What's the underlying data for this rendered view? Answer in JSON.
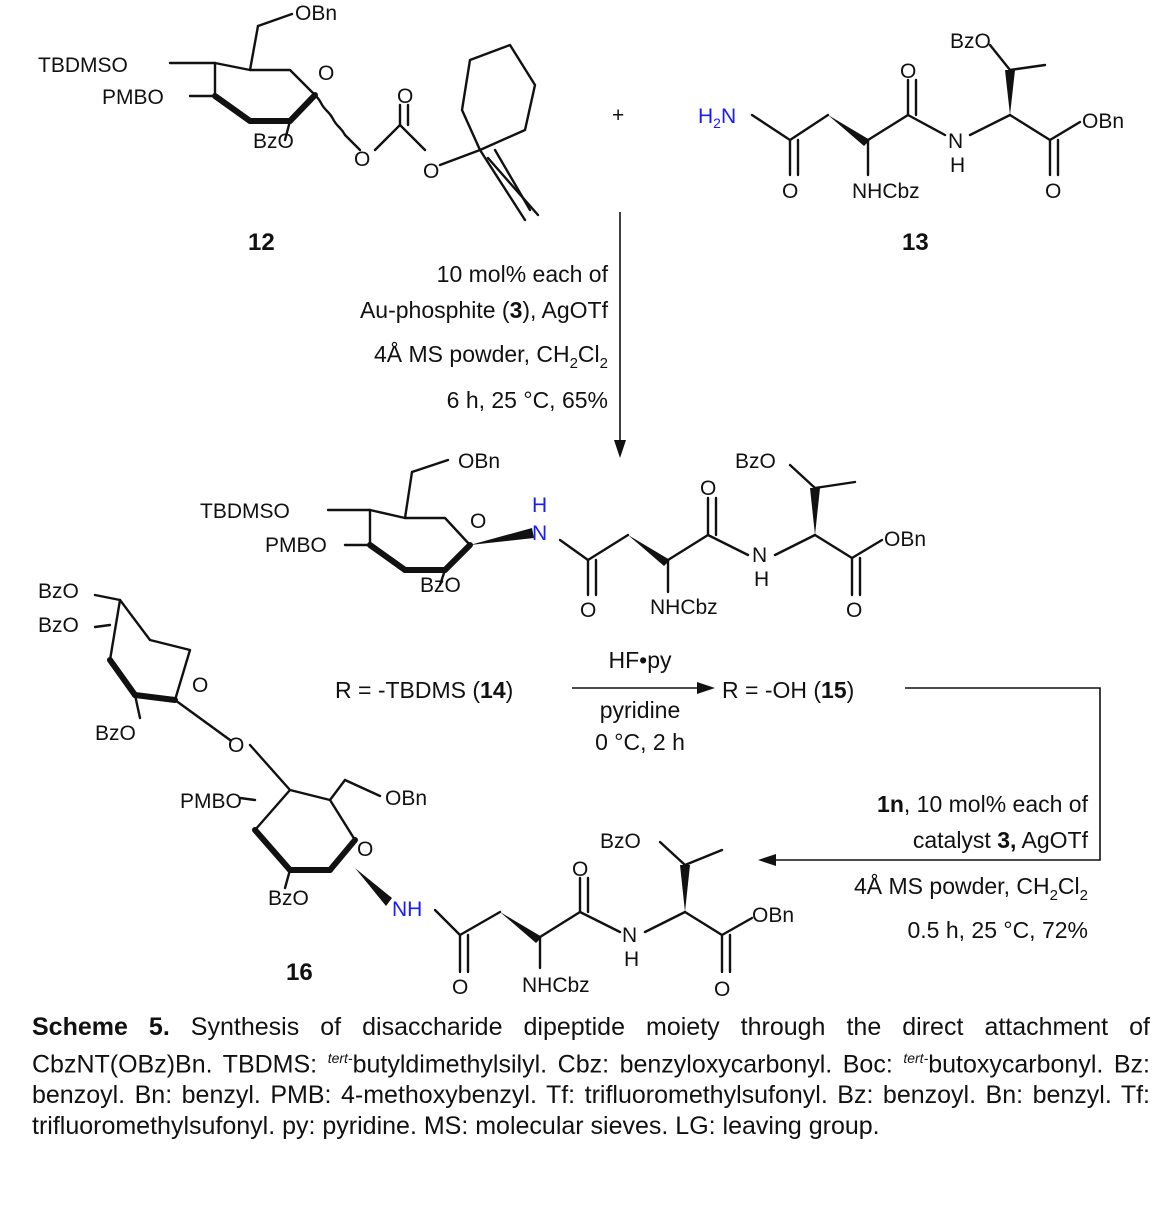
{
  "labels": {
    "obn": "OBn",
    "tbdmso": "TBDMSO",
    "pmbo": "PMBO",
    "bzo": "BzO",
    "o": "O",
    "h2n": "H2N",
    "n": "N",
    "h": "H",
    "nh": "NH",
    "nhcbz": "NHCbz",
    "plus": "+"
  },
  "compounds": {
    "c12": "12",
    "c13": "13",
    "c16": "16"
  },
  "step1": {
    "line1": "10 mol% each of",
    "line2_a": "Au-phosphite (",
    "line2_b": "3",
    "line2_c": "), AgOTf",
    "line3_a": "4Å MS powder, CH",
    "line3_b": "2",
    "line3_c": "Cl",
    "line3_d": "2",
    "line4": "6 h, 25 °C, 65%"
  },
  "step2": {
    "left_a": "R = -TBDMS (",
    "left_b": "14",
    "left_c": ")",
    "reagent_top": "HF•py",
    "reagent_bottom1": "pyridine",
    "reagent_bottom2": "0 °C, 2 h",
    "right_a": "R = -OH (",
    "right_b": "15",
    "right_c": ")"
  },
  "step3": {
    "line1_a": "1n",
    "line1_b": ", 10 mol% each of",
    "line2_a": "catalyst ",
    "line2_b": "3,",
    "line2_c": " AgOTf",
    "line3_a": "4Å MS powder, CH",
    "line3_b": "2",
    "line3_c": "Cl",
    "line3_d": "2",
    "line4": "0.5 h, 25 °C, 72%"
  },
  "caption": {
    "bold": "Scheme 5.",
    "t1": " Synthesis of disaccharide dipeptide moiety through the direct attachment of CbzNT(OBz)Bn. TBDMS: ",
    "sup1": "tert-",
    "t2": "butyldimethylsilyl. Cbz: benzyloxycarbonyl. Boc: ",
    "sup2": "tert-",
    "t3": "butoxycarbonyl. Bz: benzoyl. Bn: benzyl. PMB: 4-methoxybenzyl. Tf: trifluoromethylsufonyl. Bz: benzoyl. Bn: benzyl. Tf: trifluoromethylsufonyl. py: pyridine. MS: molecular sieves. LG: leaving group."
  }
}
